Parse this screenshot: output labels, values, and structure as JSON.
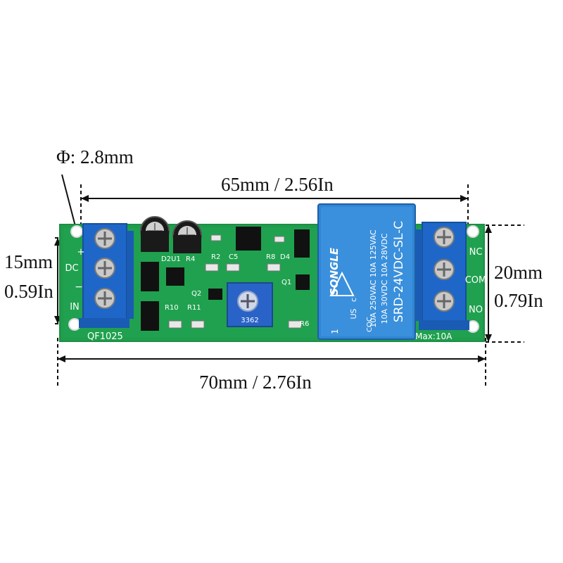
{
  "dimensions": {
    "hole": "Φ: 2.8mm",
    "inner_width": "65mm / 2.56In",
    "total_width": "70mm / 2.76In",
    "left_height_mm": "15mm",
    "left_height_in": "0.59In",
    "right_height_mm": "20mm",
    "right_height_in": "0.79In"
  },
  "board": {
    "model": "QF1025",
    "max_rating": "Max:10A",
    "input_labels": [
      "+",
      "DC",
      "−",
      "IN"
    ],
    "output_labels": [
      "NC",
      "COM",
      "NO"
    ],
    "components": [
      "D2U1",
      "R4",
      "R2",
      "C5",
      "R8",
      "D4",
      "Q1",
      "Q2",
      "R10",
      "R11",
      "R6",
      "3362"
    ]
  },
  "relay": {
    "brand": "SONGLE",
    "model": "SRD-24VDC-SL-C",
    "rating_1": "10A 250VAC  10A 125VAC",
    "rating_2": "10A 30VDC  10A 28VDC",
    "mark_1": "1",
    "mark_us": "US",
    "mark_c": "c",
    "mark_cqc": "CQC"
  },
  "colors": {
    "pcb": "#1e9a4a",
    "terminal": "#1e67c9",
    "relay": "#3a8fd8",
    "capacitor": "#1a1a1a"
  }
}
